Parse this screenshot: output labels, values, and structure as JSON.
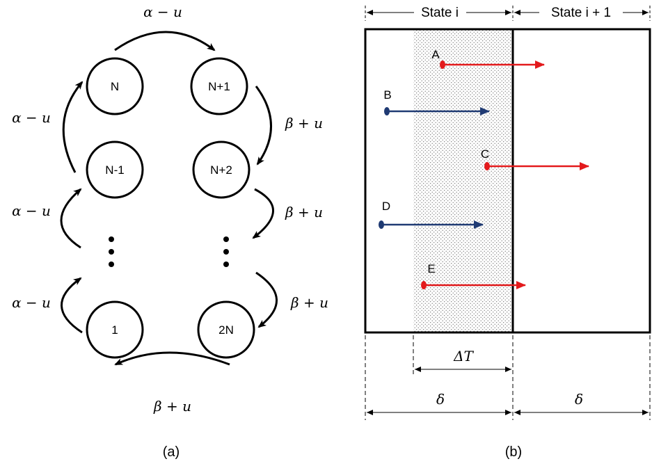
{
  "panel_a": {
    "nodes": [
      {
        "id": "N",
        "label": "N"
      },
      {
        "id": "N+1",
        "label": "N+1"
      },
      {
        "id": "N-1",
        "label": "N-1"
      },
      {
        "id": "N+2",
        "label": "N+2"
      },
      {
        "id": "1",
        "label": "1"
      },
      {
        "id": "2N",
        "label": "2N"
      }
    ],
    "rate_labels": {
      "top": "α − u",
      "left_upper": "α − u",
      "left_middle": "α − u",
      "left_lower": "α − u",
      "right_upper": "β + u",
      "right_middle": "β + u",
      "right_lower": "β + u",
      "bottom": "β + u"
    },
    "caption": "(a)"
  },
  "panel_b": {
    "header_left": "State i",
    "header_right": "State i + 1",
    "arrows": [
      {
        "label": "A",
        "color": "#e31a1c"
      },
      {
        "label": "B",
        "color": "#1f3a73"
      },
      {
        "label": "C",
        "color": "#e31a1c"
      },
      {
        "label": "D",
        "color": "#1f3a73"
      },
      {
        "label": "E",
        "color": "#e31a1c"
      }
    ],
    "delta_t": "ΔT",
    "delta_left": "δ",
    "delta_right": "δ",
    "caption": "(b)"
  },
  "colors": {
    "red": "#e31a1c",
    "navy": "#1f3a73",
    "line": "#000000"
  }
}
